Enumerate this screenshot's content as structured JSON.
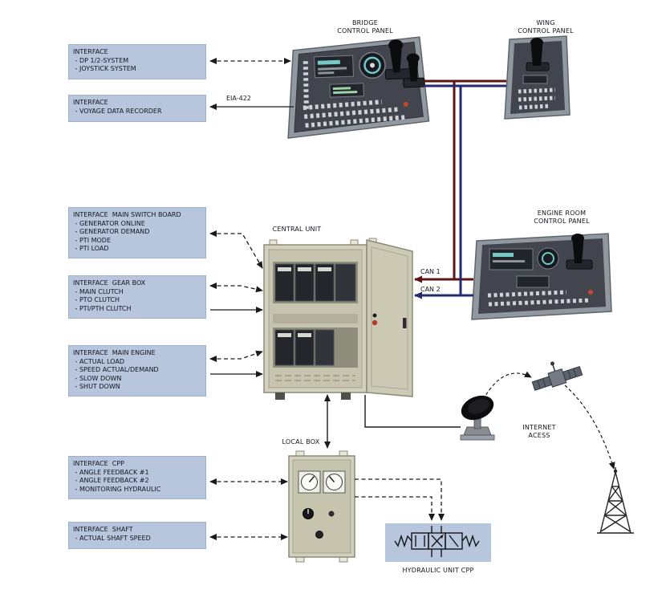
{
  "colors": {
    "bus_red": "#5C1616",
    "bus_blue": "#232A6E",
    "interface_box_bg": "#B7C6DD",
    "cabinet_beige": "#D3D1BD",
    "panel_dark": "#42454D",
    "line_black": "#1A1A1A",
    "label_text": "#181820"
  },
  "labels": {
    "bridge_panel": "BRIDGE\nCONTROL PANEL",
    "wing_panel": "WING\nCONTROL PANEL",
    "engine_room_panel": "ENGINE ROOM\nCONTROL PANEL",
    "central_unit": "CENTRAL UNIT",
    "local_box": "LOCAL BOX",
    "internet_access": "INTERNET\nACESS",
    "hydraulic_unit": "HYDRAULIC UNIT CPP",
    "eia_422": "EIA-422",
    "can_1": "CAN 1",
    "can_2": "CAN 2"
  },
  "interfaces": [
    {
      "id": "dp-joystick",
      "text": "INTERFACE\n - DP 1/2-SYSTEM\n - JOYSTICK SYSTEM"
    },
    {
      "id": "vdr",
      "text": "INTERFACE\n - VOYAGE DATA RECORDER"
    },
    {
      "id": "main-switch-board",
      "text": "INTERFACE  MAIN SWITCH BOARD\n - GENERATOR ONLINE\n - GENERATOR DEMAND\n - PTI MODE\n - PTI LOAD"
    },
    {
      "id": "gear-box",
      "text": "INTERFACE  GEAR BOX\n - MAIN CLUTCH\n - PTO CLUTCH\n - PTI/PTH CLUTCH"
    },
    {
      "id": "main-engine",
      "text": "INTERFACE  MAIN ENGINE\n - ACTUAL LOAD\n - SPEED ACTUAL/DEMAND\n - SLOW DOWN\n - SHUT DOWN"
    },
    {
      "id": "cpp",
      "text": "INTERFACE  CPP\n - ANGLE FEEDBACK #1\n - ANGLE FEEDBACK #2\n - MONITORING HYDRAULIC"
    },
    {
      "id": "shaft",
      "text": "INTERFACE  SHAFT\n - ACTUAL SHAFT SPEED"
    }
  ]
}
